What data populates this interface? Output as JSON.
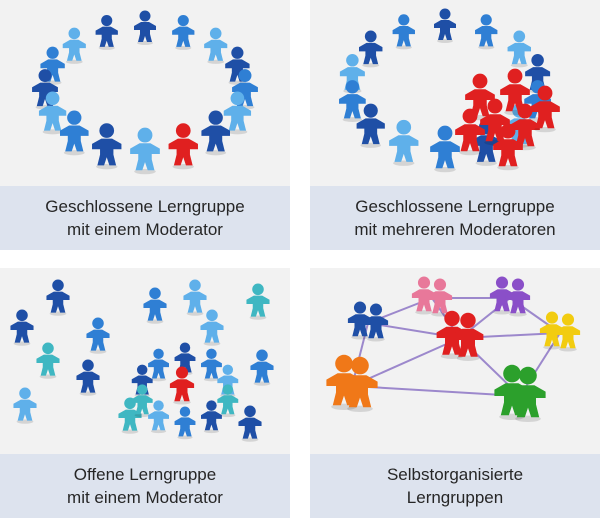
{
  "colors": {
    "blue_dark": "#1f4fa6",
    "blue_mid": "#2f7fd4",
    "blue_light": "#5fb0ea",
    "teal": "#3fb7c2",
    "red": "#e02020",
    "orange": "#f07818",
    "yellow": "#f2cc10",
    "green": "#2ca02c",
    "pink": "#e8789a",
    "purple": "#8a4fc8",
    "link": "#9c88cc"
  },
  "panels": [
    {
      "line1": "Geschlossene  Lerngruppe",
      "line2": "mit einem  Moderator"
    },
    {
      "line1": "Geschlossene  Lerngruppe",
      "line2": "mit mehreren  Moderatoren"
    },
    {
      "line1": "Offene Lerngruppe",
      "line2": "mit einem Moderator"
    },
    {
      "line1": "Selbstorganisierte",
      "line2": "Lerngruppen"
    }
  ]
}
